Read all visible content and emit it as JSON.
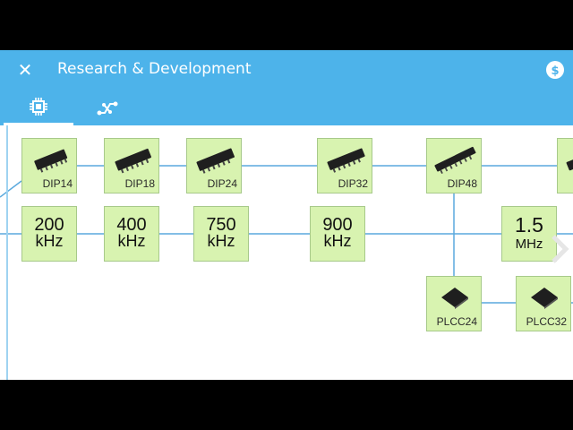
{
  "header": {
    "title": "Research & Development",
    "close_icon": "close-icon",
    "currency_icon": "dollar-coin-icon",
    "background_color": "#4db3ea"
  },
  "tabs": [
    {
      "icon": "chip-icon",
      "active": true
    },
    {
      "icon": "circuit-path-icon",
      "active": false
    }
  ],
  "board": {
    "node_color": "#d8f3b0",
    "wire_color": "#5aa9dd",
    "chips": [
      {
        "label": "DIP14",
        "package": "dip"
      },
      {
        "label": "DIP18",
        "package": "dip"
      },
      {
        "label": "DIP24",
        "package": "dip"
      },
      {
        "label": "DIP32",
        "package": "dip"
      },
      {
        "label": "DIP48",
        "package": "dip"
      },
      {
        "label": "",
        "package": "dip"
      }
    ],
    "frequencies": [
      {
        "value": "200",
        "unit": "kHz"
      },
      {
        "value": "400",
        "unit": "kHz"
      },
      {
        "value": "750",
        "unit": "kHz"
      },
      {
        "value": "900",
        "unit": "kHz"
      },
      {
        "value": "1.5",
        "unit": "MHz"
      }
    ],
    "plcc": [
      {
        "label": "PLCC24",
        "package": "plcc"
      },
      {
        "label": "PLCC32",
        "package": "plcc"
      }
    ]
  }
}
